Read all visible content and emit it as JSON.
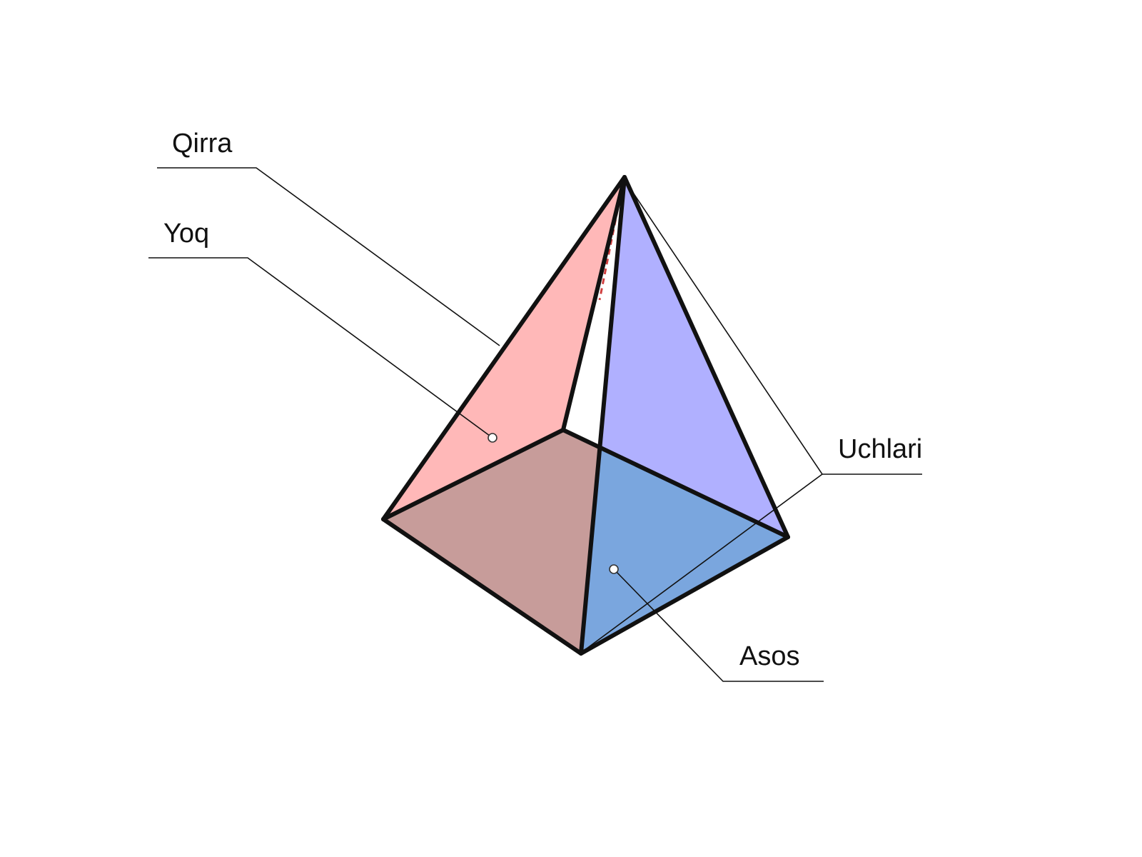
{
  "diagram": {
    "labels": {
      "edge": "Qirra",
      "face": "Yoq",
      "vertices": "Uchlari",
      "base": "Asos"
    },
    "colors": {
      "left_face": "#ffb4b4",
      "right_face": "#b0b0ff",
      "base": "#7aa6de",
      "base_front_left": "#c79c9a",
      "edge_stroke": "#111111",
      "leader_stroke": "#111111",
      "background": "#ffffff"
    }
  }
}
